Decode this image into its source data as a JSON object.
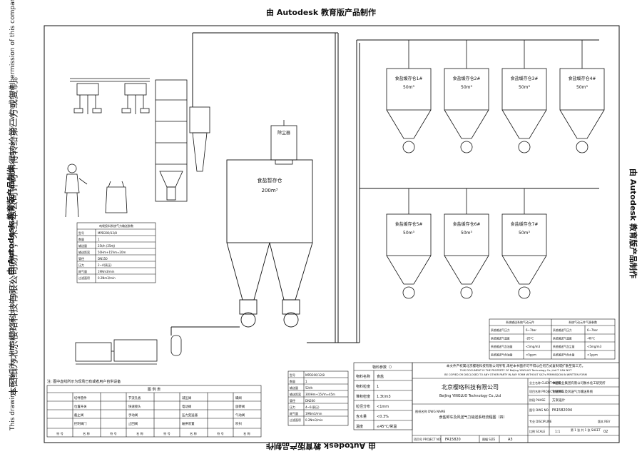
{
  "watermark": {
    "top": "由 Autodesk 教育版产品制作",
    "bottom": "由 Autodesk 教育版产品制作",
    "left": "由 Autodesk 教育版产品制作",
    "right": "由 Autodesk 教育版产品制作"
  },
  "copyright": {
    "cn": "本图纸为北京樱珞科技有限公司财产，未经本公司许可不得转给第三方或复制。",
    "en": "This drawing is BeiJing YINGLUO Technology Co.,Ltd. not to be transferred to third party or copy without the permission of this company."
  },
  "equipment": {
    "filter": "除尘器",
    "silo_main_name": "食盐暂存仓",
    "silo_main_volume": "200m³",
    "silo_small_volume": "50m³",
    "silos_top": [
      "食盐缓存仓1#",
      "食盐缓存仓2#",
      "食盐缓存仓3#",
      "食盐缓存仓4#"
    ],
    "silos_bottom": [
      "食盐缓存仓5#",
      "食盐缓存仓6#",
      "食盐缓存仓7#"
    ]
  },
  "spec_left": {
    "caption": "吨袋投料系统气力输送参数",
    "rows": [
      [
        "型号",
        "MPD200/12/8"
      ],
      [
        "数量",
        "1"
      ],
      [
        "输送量",
        "25t/h (25吨)"
      ],
      [
        "输送距离",
        "50Hm+15Vm≈20m"
      ],
      [
        "管径",
        "DN150"
      ],
      [
        "压力",
        "2~4(表压)"
      ],
      [
        "耗气量",
        "19Nm3/min"
      ],
      [
        "过滤面积",
        "0.2Nm3/min"
      ]
    ]
  },
  "spec_mid": {
    "rows": [
      [
        "型号",
        "MPD200/12/8"
      ],
      [
        "数量",
        "1"
      ],
      [
        "输送量",
        "52t/h"
      ],
      [
        "输送距离",
        "300Hm+15Vm≈45m"
      ],
      [
        "管径",
        "DN200"
      ],
      [
        "压力",
        "4~6(表压)"
      ],
      [
        "耗气量",
        "19Nm3/min"
      ],
      [
        "过滤面积",
        "0.2Nm3/min"
      ]
    ]
  },
  "material": {
    "header": "物料参数（）",
    "rows": [
      [
        "物料名称",
        "食盐"
      ],
      [
        "物料粒度",
        "1"
      ],
      [
        "堆积密度",
        "1.3t/m3"
      ],
      [
        "粒径分布",
        "<1mm"
      ],
      [
        "含水量",
        "<0.3%"
      ],
      [
        "温度",
        "≤45°C/常温"
      ]
    ]
  },
  "system_params": {
    "caption_left": "系统输送系统气动元件",
    "caption_right": "系统气动元件气源参数",
    "rows": [
      [
        "系统输送气压力",
        "6~7bar",
        "系统输送气压力",
        "6~7bar"
      ],
      [
        "系统输送气温度",
        "-20℃",
        "系统输送气温度",
        "-40℃"
      ],
      [
        "系统输送气含油量",
        "<5mg/m3",
        "系统输送气含尘量",
        "<5mg/m3"
      ],
      [
        "系统输送气含油量",
        "<5ppm",
        "系统输送气含水量",
        "<1ppm"
      ]
    ]
  },
  "notes": {
    "caption": "注: 图中虚线所示为现场已有或者用户自供设备",
    "legend_title": "图 例 表",
    "legend_items": [
      [
        "切件管件",
        "节流孔板",
        "减压阀",
        "蝶阀"
      ],
      [
        "位置开关",
        "快速接头",
        "电动阀",
        "旋转阀"
      ],
      [
        "截止阀",
        "手动阀",
        "压力变送器",
        "气动阀"
      ],
      [
        "控制阀门",
        "止回阀",
        "破拱装置",
        "吹扫"
      ]
    ],
    "legend_headers": [
      "符 号",
      "名 称",
      "符 号",
      "名 称",
      "符 号",
      "名 称",
      "符 号",
      "名 称"
    ]
  },
  "title_block": {
    "notice_cn": "本文件产权属北京樱珞科技有限公司所有,未经本书面许可不得以任何方式复制或扩散至第三方。",
    "notice_en1": "THIS DOCUMENT IS THE PROPERTY OF BeiJing YINGLUO Technology Co.,Ltd IT CAN NOT",
    "notice_en2": "BE COPIED OR DISCLOSED TO ANY OTHER PARTY IN ANY FORM WITHOUT SAT's PERMISSION IN WRITTEN FORM",
    "company_cn": "北京樱珞科技有限公司",
    "company_en": "BeiJing YINGLUO Technology Co.,Ltd",
    "client_label": "业主名称\nCLIENT NAME",
    "client": "中国盐业集团有限公司衡水化工研究所",
    "project_label": "项目名称\nPROJECT NAME",
    "project": "食盐卸车及风送气力输送系统",
    "phase_label": "阶段\nPHASE",
    "phase": "方案设计",
    "dwg_no_label": "图号\nDWG NO.",
    "dwg_no": "FA1582004",
    "drawing_title": "食盐卸车及风送气力输送系统流程图（四）",
    "dwg_name_label": "图纸名称\nDWG NAME",
    "discipline_label": "专业\nDISCIPLINE",
    "project_no_label": "项目号\nPROJECT NO.",
    "project_no": "FA15820",
    "size_label": "图幅\nSIZE",
    "size": "A3",
    "scale_label": "比例\nSCALE",
    "scale": "1:1",
    "sheet_label": "第 1 张 共 1 张\nSHEET",
    "rev_label": "版本\nREV",
    "rev": "02",
    "rev_small": "版"
  }
}
